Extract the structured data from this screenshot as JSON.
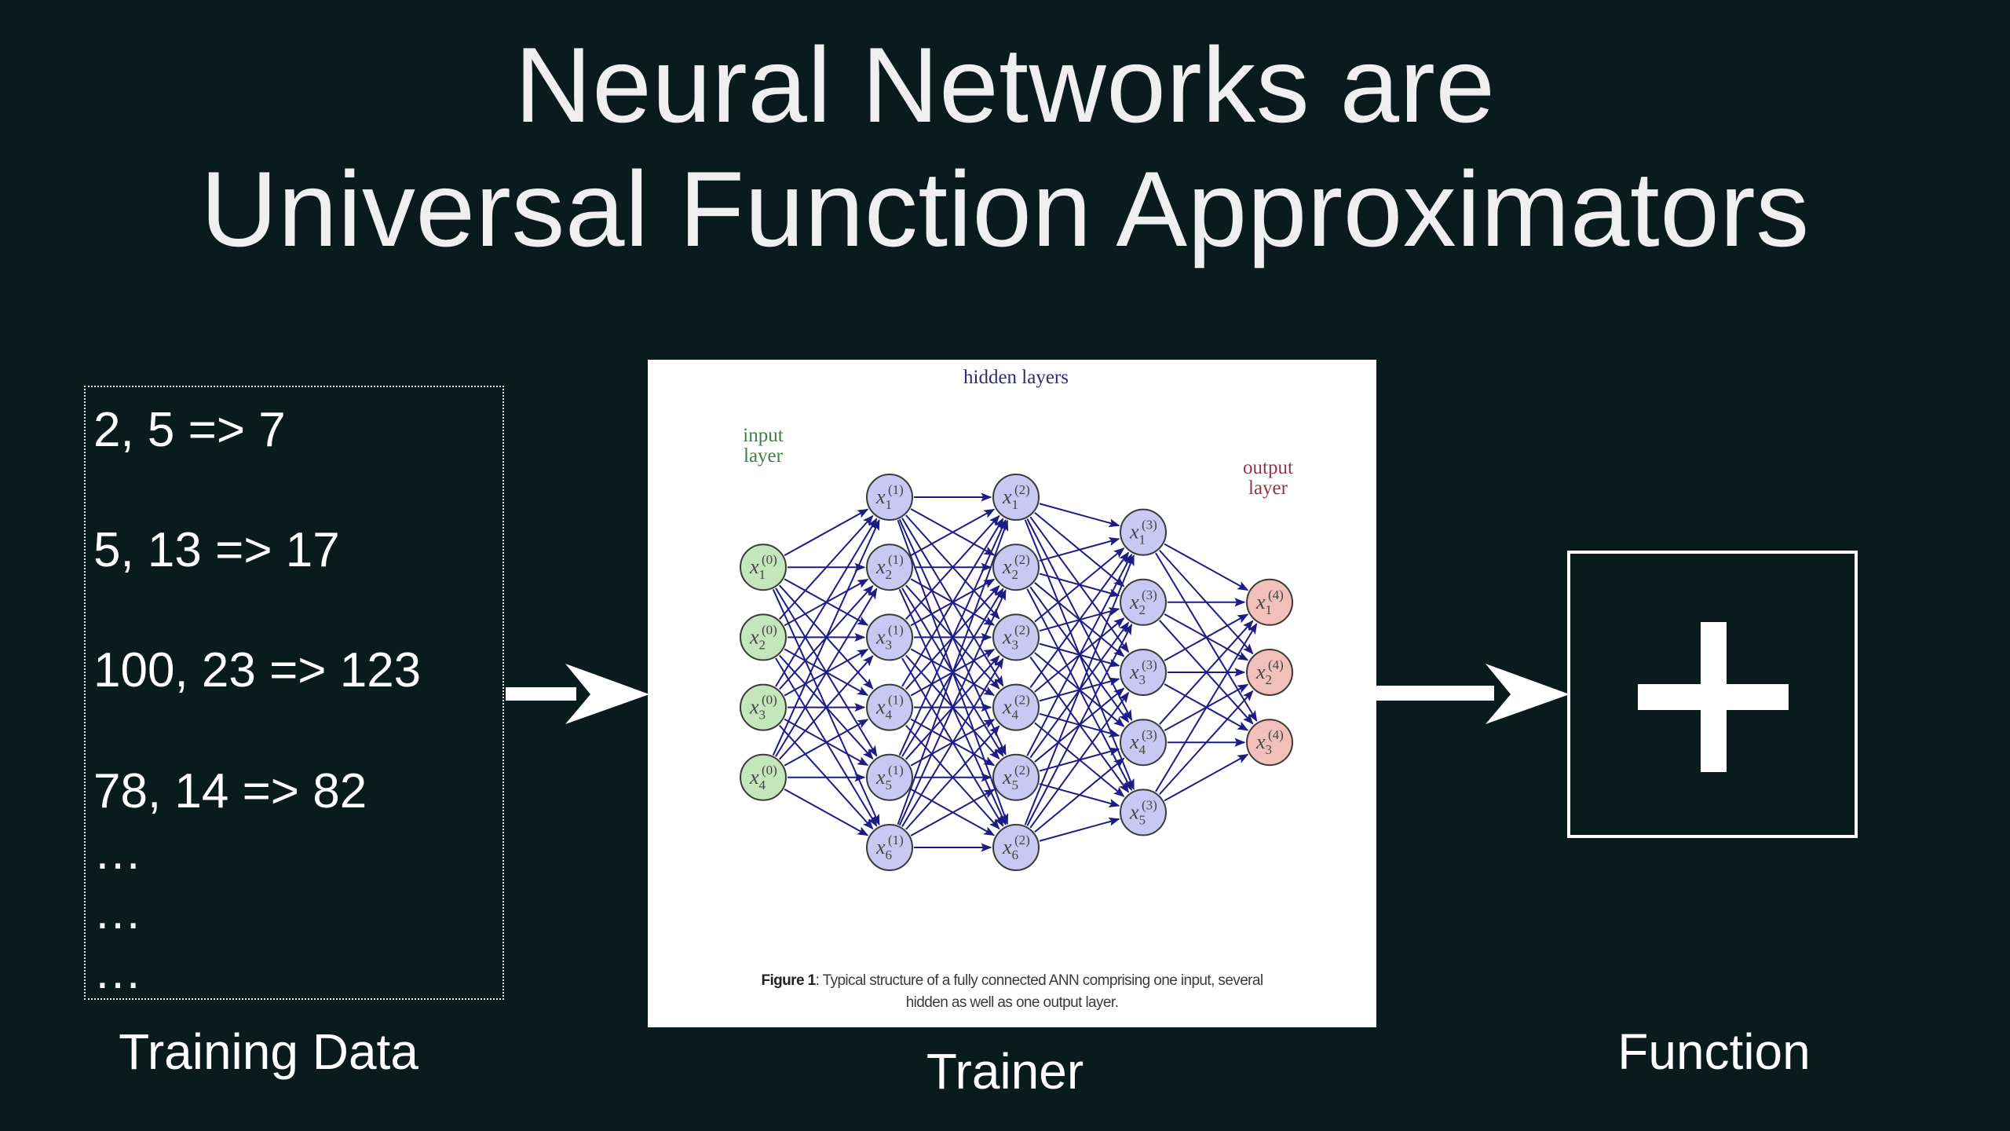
{
  "slide": {
    "title_lines": [
      "Neural Networks are",
      "Universal Function Approximators"
    ],
    "colors": {
      "background": "#0a1b1d",
      "text": "#ffffff",
      "input_node_fill": "#c4e6bc",
      "hidden_node_fill": "#c8c8f2",
      "output_node_fill": "#f2c0ba",
      "edge": "#1c1c84",
      "input_label": "#3f7f3f",
      "hidden_label": "#2b2b7d",
      "output_label": "#8b3a48"
    }
  },
  "training_data": {
    "label": "Training Data",
    "examples": [
      "2, 5 => 7",
      "5, 13 => 17",
      "100, 23 => 123",
      "78, 14 => 82"
    ],
    "ellipses": [
      "…",
      "…",
      "…"
    ]
  },
  "trainer": {
    "label": "Trainer",
    "figure": {
      "hidden_layers_label": "hidden layers",
      "input_layer_label": [
        "input",
        "layer"
      ],
      "output_layer_label": [
        "output",
        "layer"
      ],
      "layers": [
        {
          "name": "input",
          "index": 0,
          "nodes": 4
        },
        {
          "name": "hidden",
          "index": 1,
          "nodes": 6
        },
        {
          "name": "hidden",
          "index": 2,
          "nodes": 6
        },
        {
          "name": "hidden",
          "index": 3,
          "nodes": 5
        },
        {
          "name": "output",
          "index": 4,
          "nodes": 3
        }
      ],
      "caption_bold": "Figure 1",
      "caption_line1": ": Typical structure of a fully connected ANN comprising one input, several",
      "caption_line2": "hidden as well as one output layer."
    }
  },
  "function": {
    "label": "Function",
    "symbol": "plus-icon"
  },
  "arrows": [
    {
      "from": "training-data",
      "to": "trainer",
      "icon": "arrow-right-icon"
    },
    {
      "from": "trainer",
      "to": "function",
      "icon": "arrow-right-icon"
    }
  ]
}
